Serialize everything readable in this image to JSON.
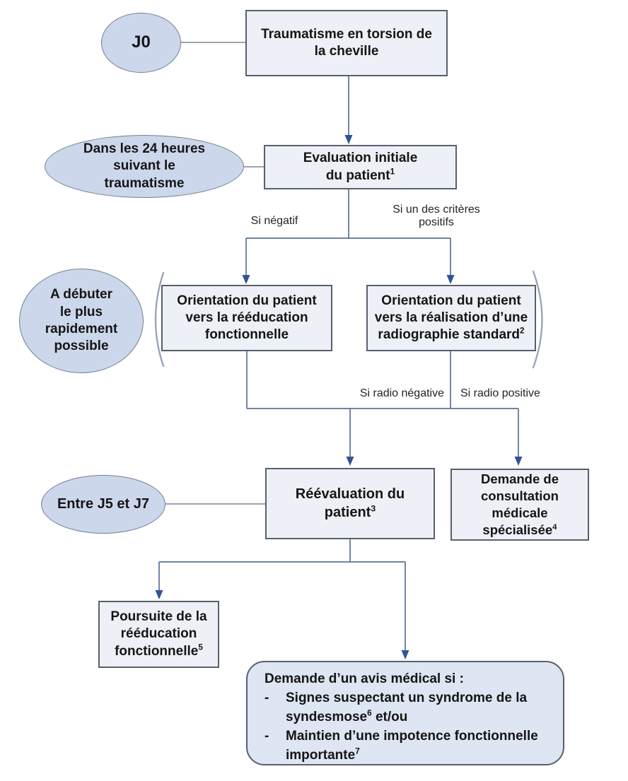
{
  "nodes": {
    "j0": {
      "text": "J0"
    },
    "trauma": {
      "text": "Traumatisme en torsion de la cheville"
    },
    "within_24h": {
      "text": "Dans les 24 heures suivant le traumatisme"
    },
    "eval_initial": {
      "text": "Evaluation initiale du patient",
      "sup": "1"
    },
    "asap": {
      "text": "A débuter le plus rapidement possible"
    },
    "orient_reedu": {
      "text": "Orientation du patient vers la rééducation fonctionnelle"
    },
    "orient_radio": {
      "text": "Orientation du patient vers la réalisation d’une radiographie standard",
      "sup": "2"
    },
    "j5_j7": {
      "text": "Entre J5 et J7"
    },
    "reeval": {
      "text": "Réévaluation du patient",
      "sup": "3"
    },
    "consult": {
      "text": "Demande de consultation médicale spécialisée",
      "sup": "4"
    },
    "poursuite": {
      "text": "Poursuite de la rééducation fonctionnelle",
      "sup": "5"
    },
    "avis": {
      "title": "Demande d’un avis médical si :",
      "bullet": "-",
      "items": [
        {
          "pre": "Signes suspectant un syndrome de la syndesmose",
          "sup": "6",
          "post": " et/ou"
        },
        {
          "pre": "Maintien d’une impotence fonctionnelle importante",
          "sup": "7",
          "post": ""
        }
      ]
    }
  },
  "edge_labels": {
    "si_negatif": "Si négatif",
    "si_criteres_positifs": "Si un des critères positifs",
    "si_radio_negative": "Si radio négative",
    "si_radio_positive": "Si radio positive"
  },
  "colors": {
    "box_fill": "#edf1f7",
    "box_border": "#57606c",
    "ellipse_fill": "#cdd7eb",
    "ellipse_border": "#727f93",
    "rounded_fill": "#dde6f2",
    "line": "#5d7296",
    "arrow": "#2f5496",
    "tie": "#7c8696",
    "paren": "#9aa4b8",
    "text": "#151515"
  }
}
